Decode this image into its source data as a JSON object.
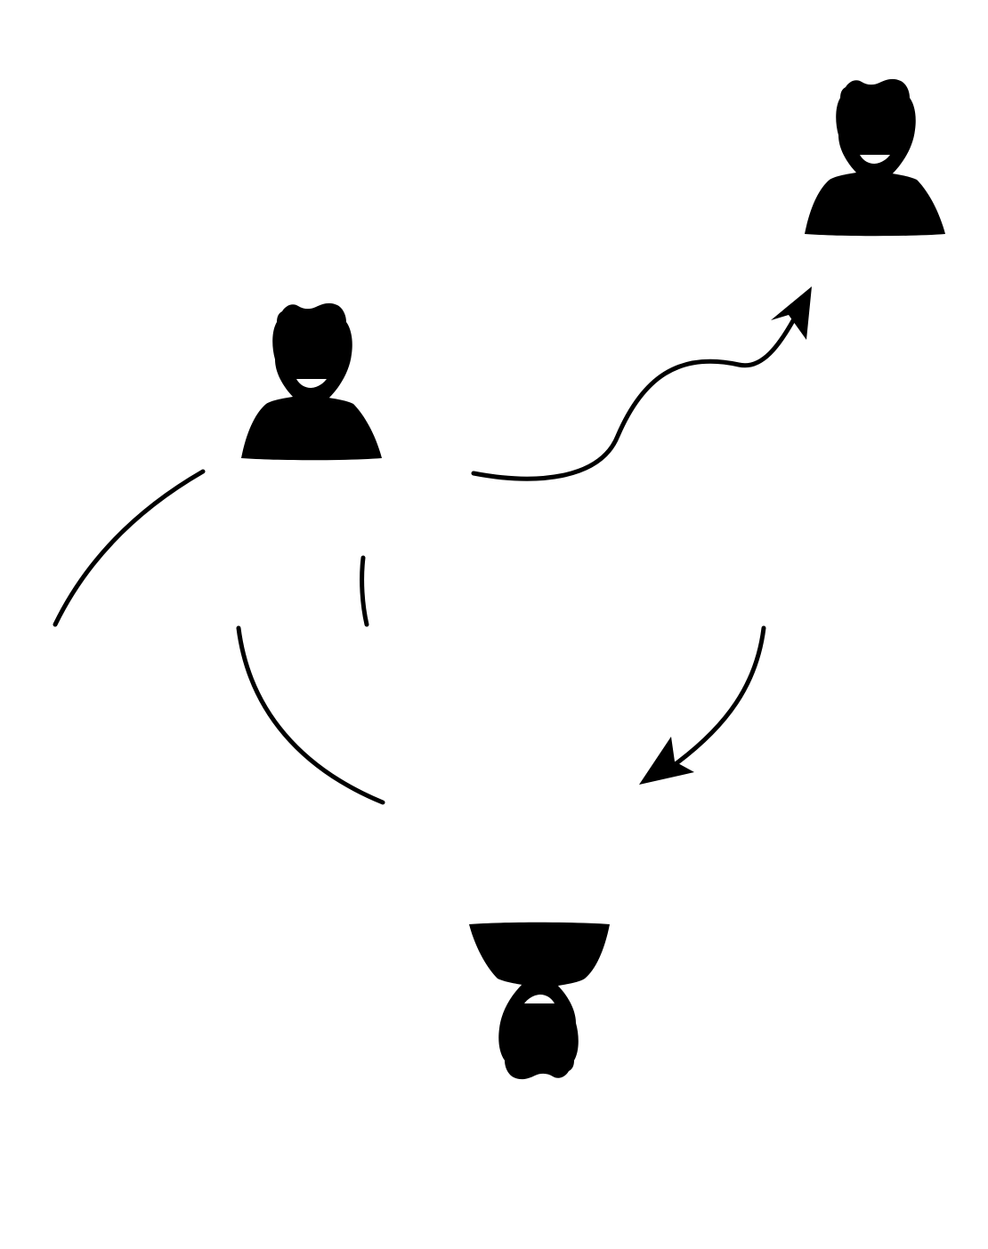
{
  "diagram": {
    "colors": {
      "background": "#ffffff",
      "ink": "#000000",
      "mouth": "#ffffff"
    },
    "nodes": [
      {
        "id": "person-top-right",
        "icon": "person-icon",
        "orientation": "upright"
      },
      {
        "id": "person-left",
        "icon": "person-icon",
        "orientation": "upright"
      },
      {
        "id": "person-bottom",
        "icon": "person-icon",
        "orientation": "upside-down"
      }
    ],
    "connectors": [
      {
        "id": "wavy-curve",
        "from": "person-left",
        "to": "person-top-right",
        "arrowhead": "end"
      },
      {
        "id": "right-arc",
        "to": "person-bottom",
        "arrowhead": "end"
      },
      {
        "id": "left-outer-arc",
        "arrowhead": "none"
      },
      {
        "id": "left-inner-arc",
        "to": "person-bottom",
        "arrowhead": "none"
      },
      {
        "id": "short-vertical-stroke",
        "arrowhead": "none"
      }
    ]
  }
}
